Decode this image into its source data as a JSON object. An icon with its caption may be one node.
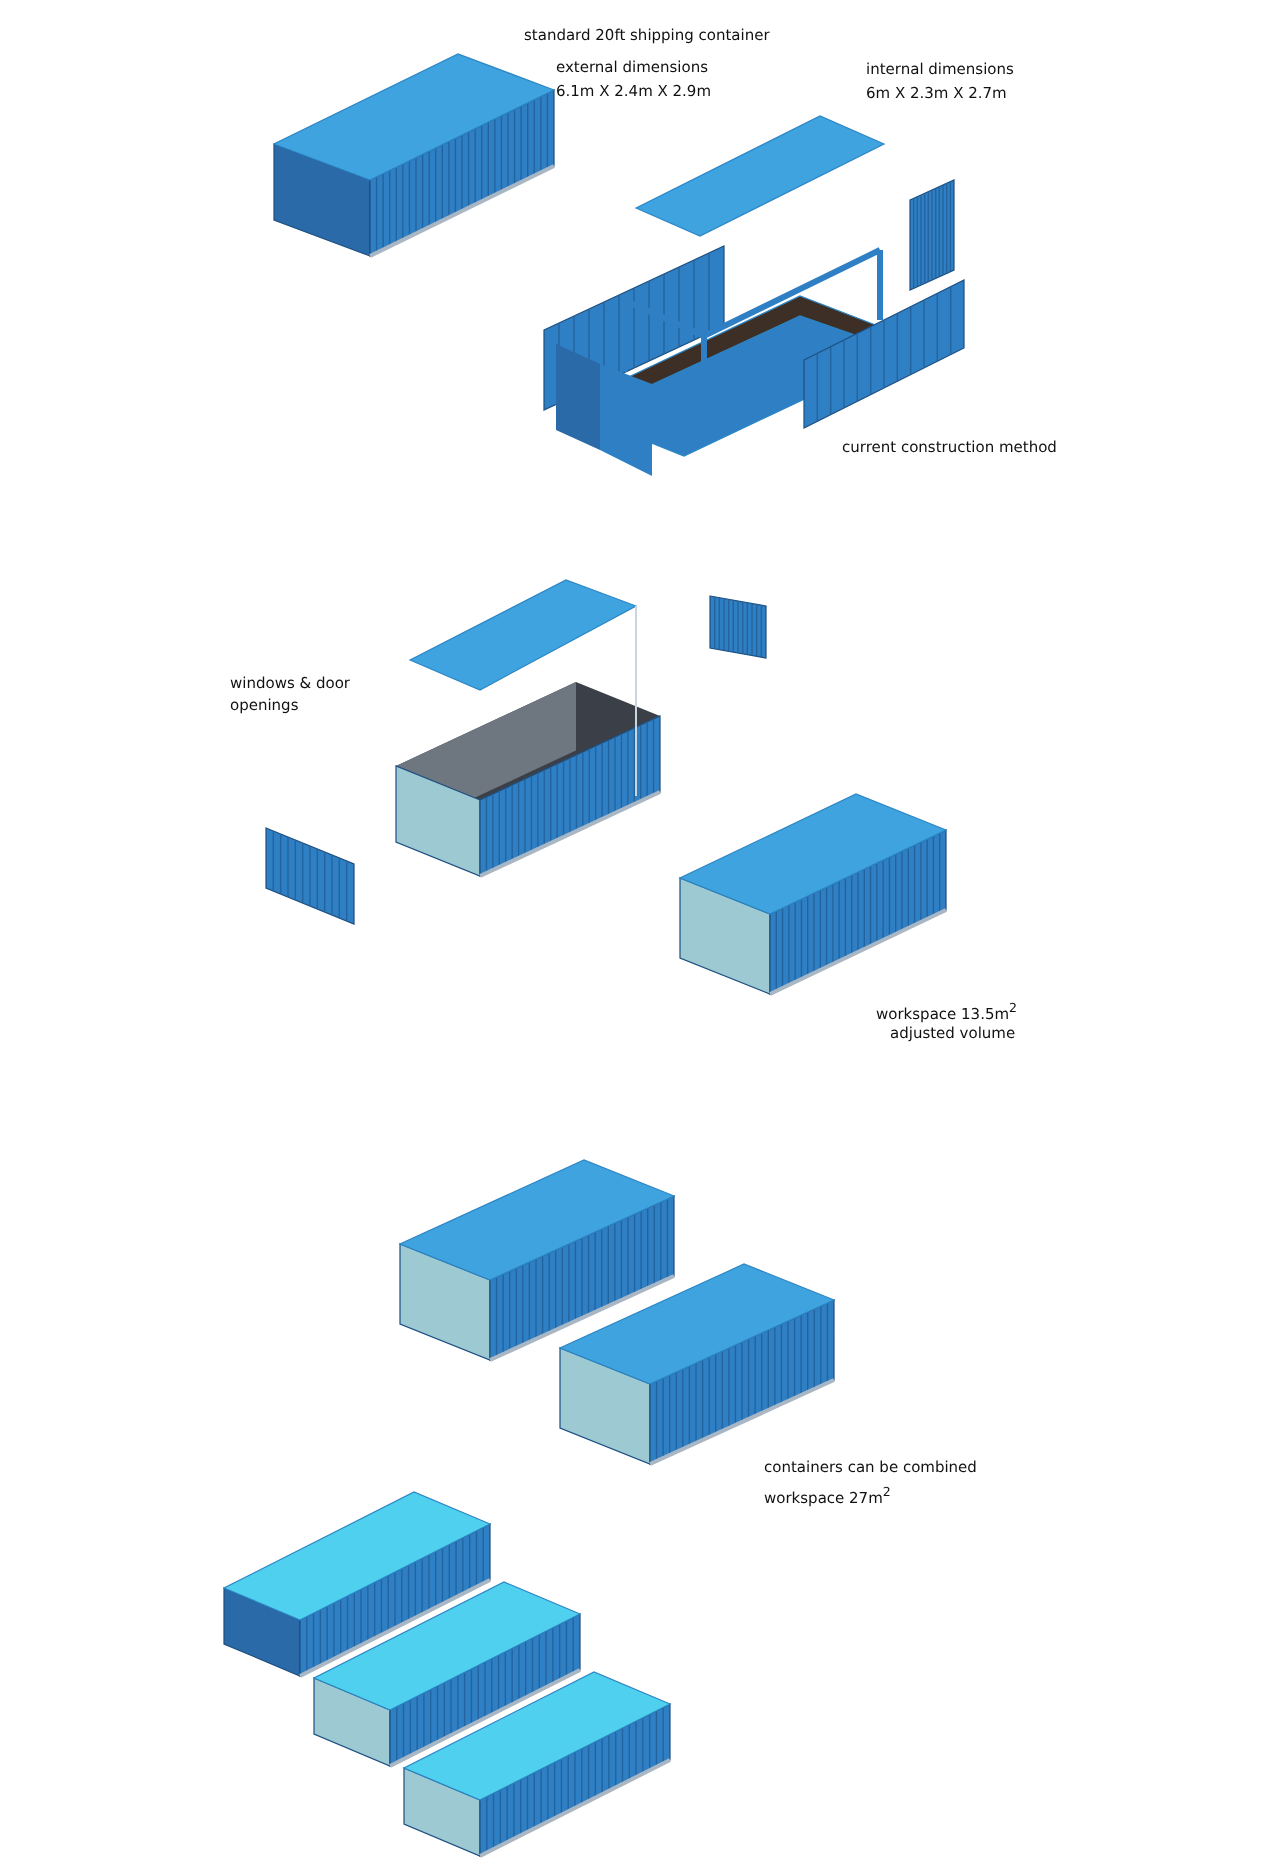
{
  "diagram": {
    "labels": [
      "standard 20ft shipping container",
      "external dimensions",
      "6.1m X 2.4m X 2.9m",
      "internal dimensions",
      "6m X 2.3m X 2.7m",
      "current construction method",
      "windows & door openings",
      "workspace 13.5m$^{2}$",
      "adjusted volume",
      "containers can be combined",
      "workspace 27m$^{2}$"
    ]
  }
}
